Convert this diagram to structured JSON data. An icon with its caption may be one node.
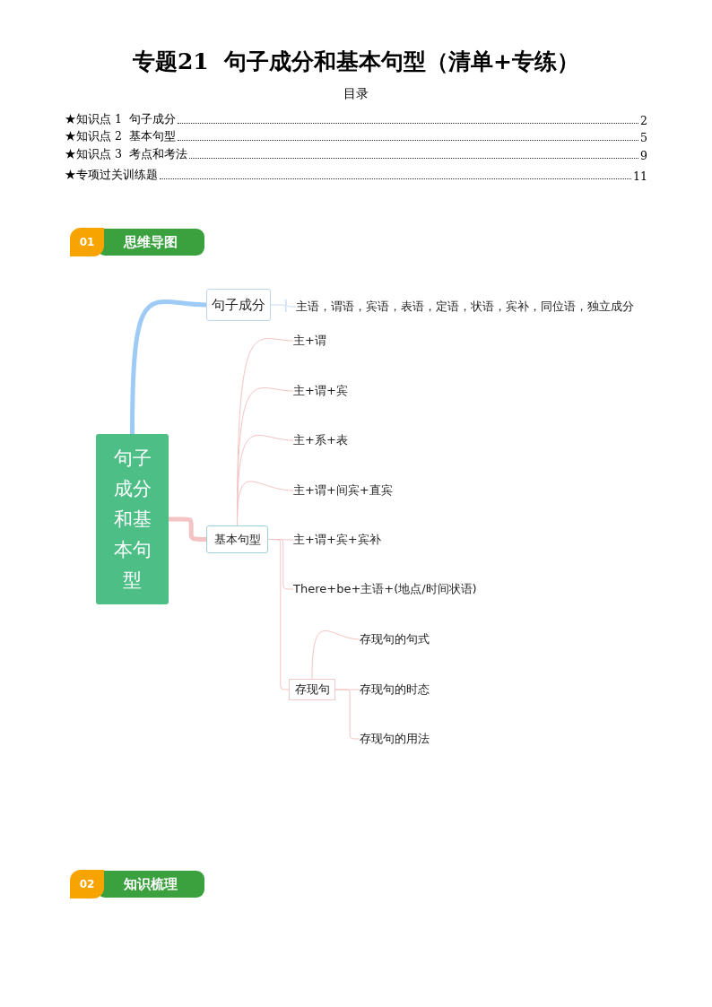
{
  "diagram": {
    "title": "专题21  句子成分和基本句型（清单+专练）",
    "nodes": [
      {
        "text": [
          "句子成分和基本句型"
        ]
      },
      {
        "text": [
          "句子成分"
        ]
      },
      {
        "text": [
          "主语，谓语，宾语，表语，定语，状语，宾补，同位语，独立成分"
        ]
      },
      {
        "text": [
          "基本句型"
        ]
      },
      {
        "text": [
          "主+谓"
        ]
      },
      {
        "text": [
          "主+谓+宾"
        ]
      },
      {
        "text": [
          "主+系+表"
        ]
      },
      {
        "text": [
          "主+谓+间宾+直宾"
        ]
      },
      {
        "text": [
          "主+谓+宾+宾补"
        ]
      },
      {
        "text": [
          "There+be+主语+(地点/时间状语)"
        ]
      },
      {
        "text": [
          "存现句"
        ]
      },
      {
        "text": [
          "存现句的句式"
        ]
      },
      {
        "text": [
          "存现句的时态"
        ]
      },
      {
        "text": [
          "存现句的用法"
        ]
      }
    ],
    "edges": [
      {
        "from": 0,
        "to": 1,
        "arrow": "none",
        "style": "thick",
        "color": "#9ecbf5"
      },
      {
        "from": 1,
        "to": 2,
        "arrow": "none",
        "color": "#c6dcf0"
      },
      {
        "from": 0,
        "to": 3,
        "arrow": "none",
        "style": "thick"
      },
      {
        "from": 3,
        "to": 4,
        "arrow": "none"
      },
      {
        "from": 3,
        "to": 5,
        "arrow": "none"
      },
      {
        "from": 3,
        "to": 6,
        "arrow": "none"
      },
      {
        "from": 3,
        "to": 7,
        "arrow": "none"
      },
      {
        "from": 3,
        "to": 8,
        "arrow": "none"
      },
      {
        "from": 3,
        "to": 9,
        "arrow": "none"
      },
      {
        "from": 3,
        "to": 10,
        "arrow": "none"
      },
      {
        "from": 10,
        "to": 11,
        "arrow": "none"
      },
      {
        "from": 10,
        "to": 12,
        "arrow": "none"
      },
      {
        "from": 10,
        "to": 13,
        "arrow": "none"
      }
    ],
    "labels": [
      "目录",
      "★知识点 1  句子成分",
      "2",
      "★知识点 2  基本句型",
      "5",
      "★知识点 3  考点和考法",
      "9",
      "★专项过关训练题",
      "11",
      "01",
      "思维导图",
      "02",
      "知识梳理"
    ]
  }
}
